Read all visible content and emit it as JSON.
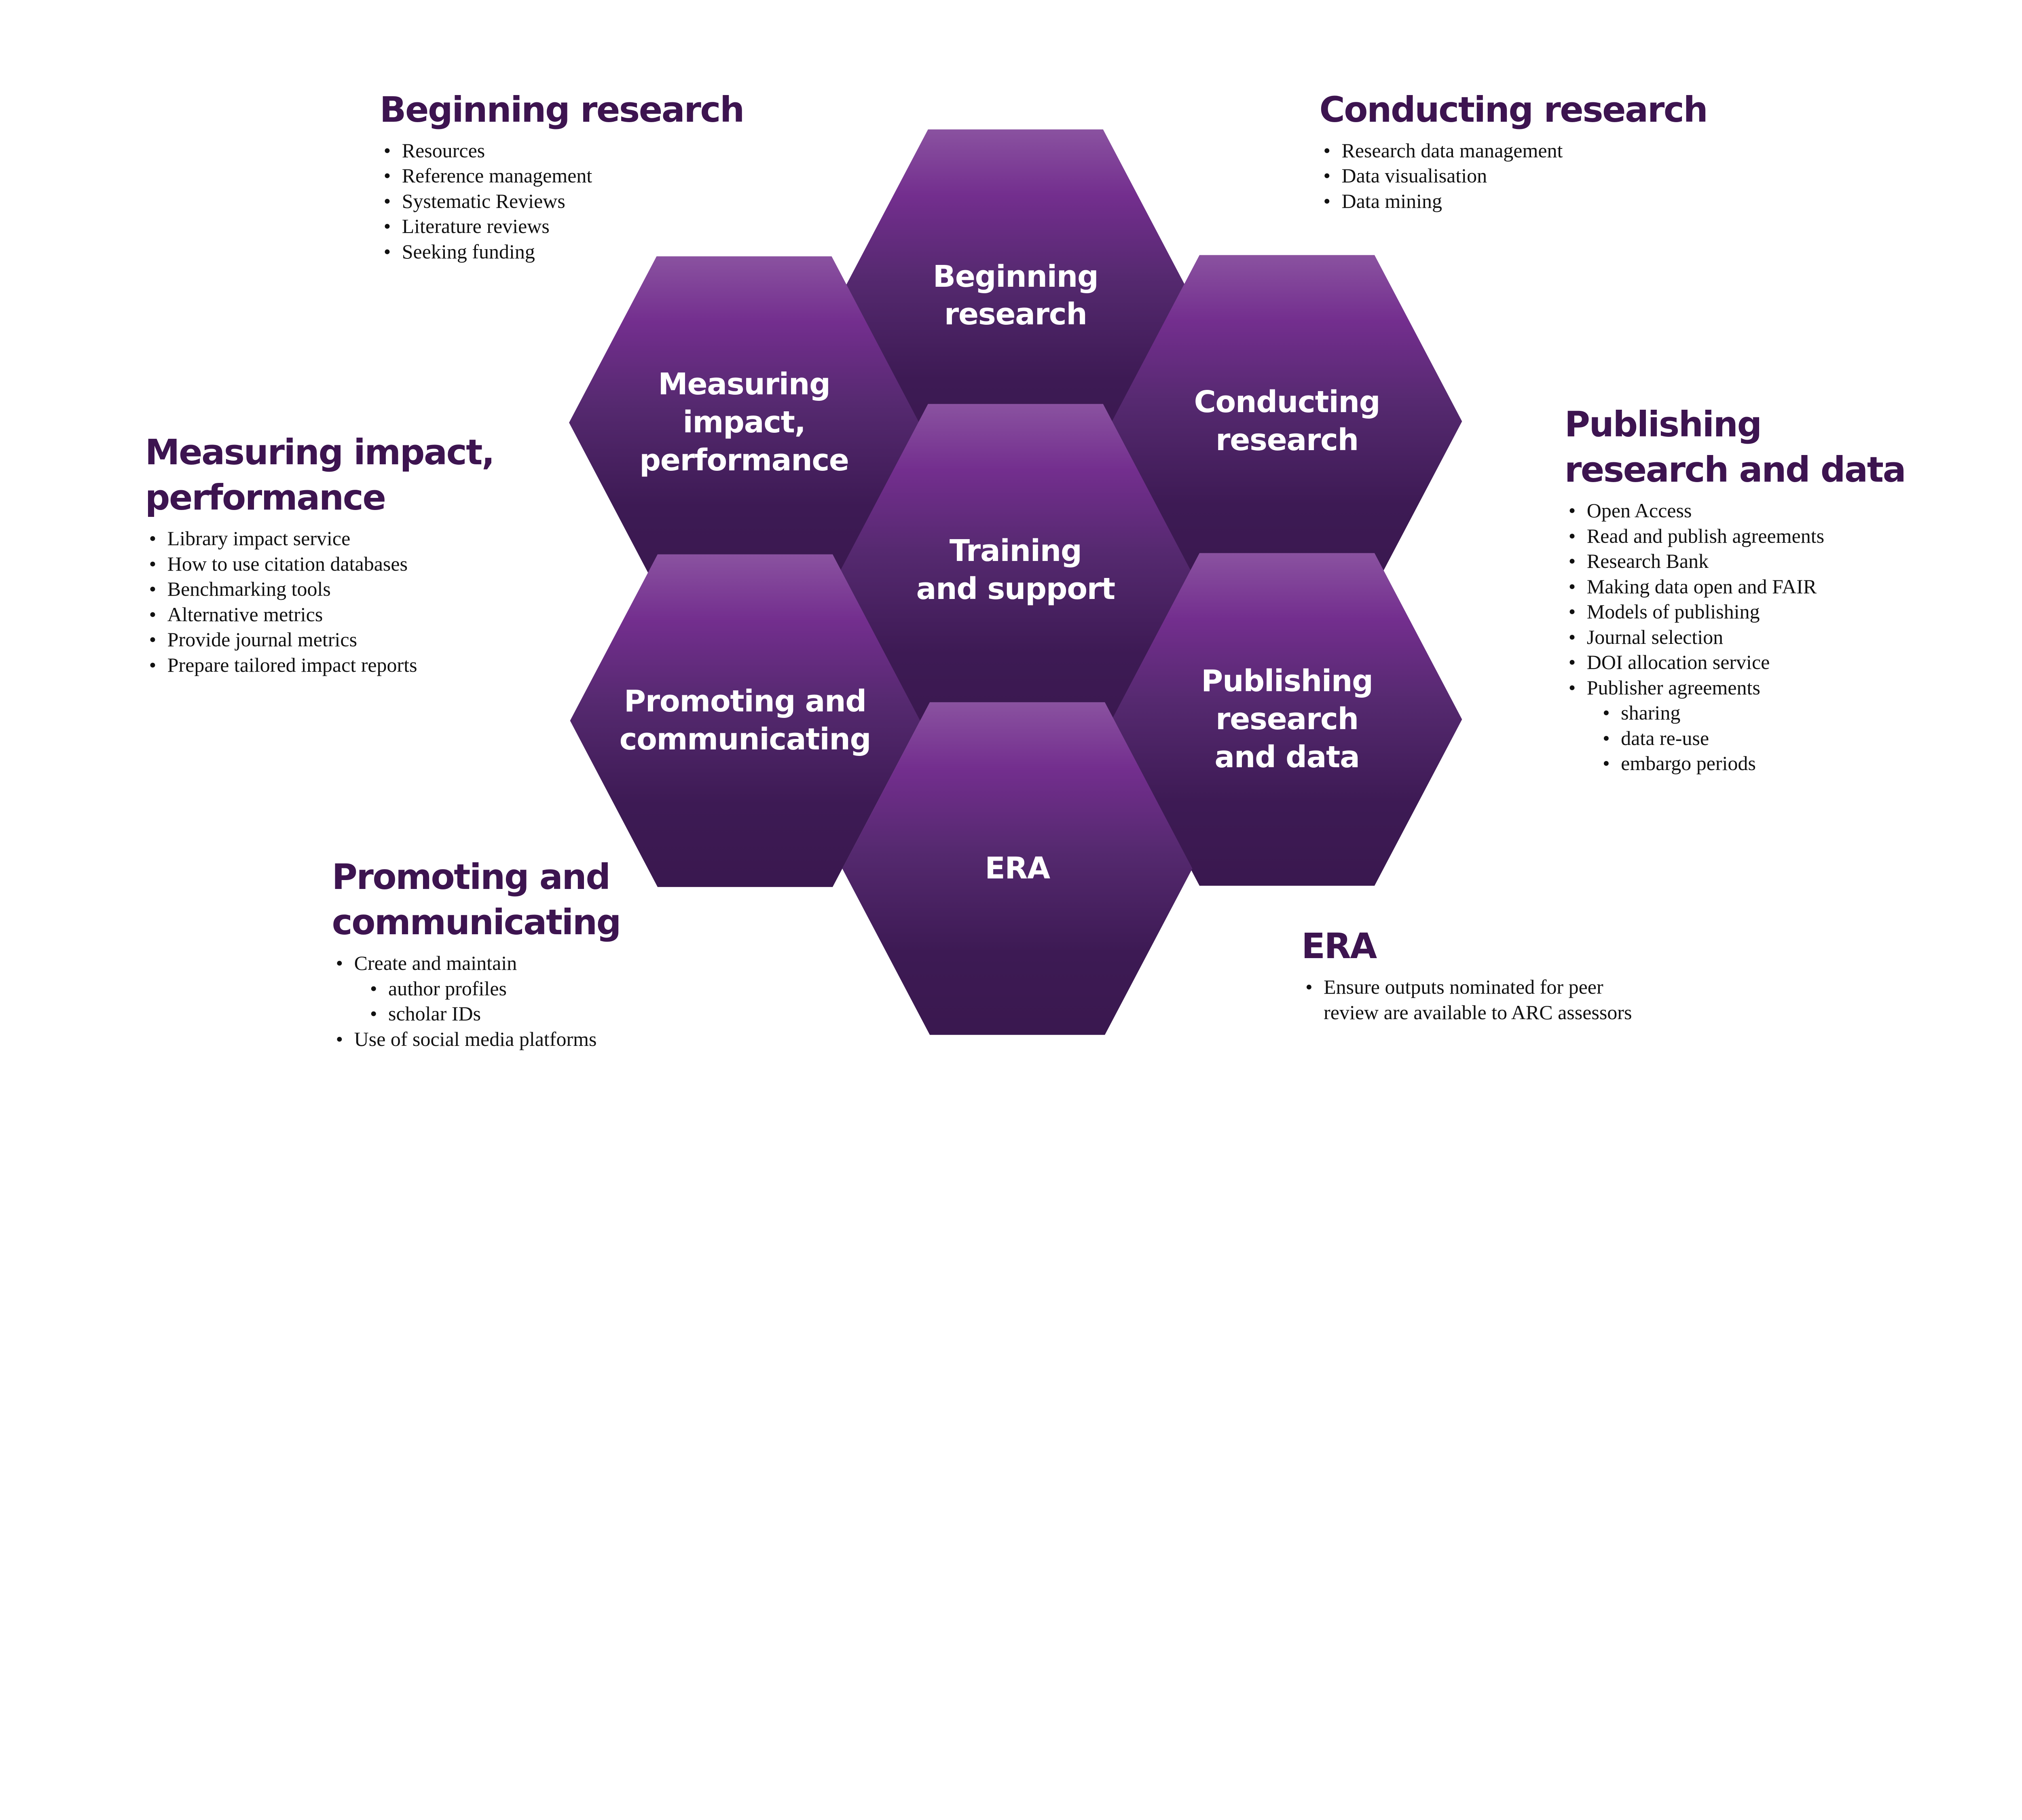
{
  "colors": {
    "heading": "#3d1450",
    "hex_top": "#8a52a0",
    "hex_mid": "#732e8e",
    "hex_bottom": "#3a184f",
    "label": "#ffffff"
  },
  "hexagons": [
    {
      "id": "beginning",
      "label": "Beginning research"
    },
    {
      "id": "measuring",
      "label": "Measuring impact, performance"
    },
    {
      "id": "conducting",
      "label": "Conducting research"
    },
    {
      "id": "training",
      "label": "Training and support"
    },
    {
      "id": "promoting",
      "label": "Promoting and communicating"
    },
    {
      "id": "publishing",
      "label": "Publishing research and data"
    },
    {
      "id": "era",
      "label": "ERA"
    }
  ],
  "sections": {
    "beginning": {
      "title": "Beginning research",
      "items": [
        "Resources",
        "Reference management",
        "Systematic Reviews",
        "Literature reviews",
        "Seeking funding"
      ]
    },
    "conducting": {
      "title": "Conducting research",
      "items": [
        "Research data management",
        "Data visualisation",
        "Data mining"
      ]
    },
    "measuring": {
      "title": "Measuring impact, performance",
      "items": [
        "Library impact service",
        "How to use citation databases",
        "Benchmarking tools",
        "Alternative metrics",
        "Provide journal metrics",
        "Prepare tailored impact reports"
      ]
    },
    "publishing": {
      "title": "Publishing research and data",
      "items": [
        "Open Access",
        "Read and publish agreements",
        "Research Bank",
        "Making data open and FAIR",
        "Models of publishing",
        "Journal selection",
        "DOI allocation service",
        "Publisher agreements"
      ],
      "subitems": [
        "sharing",
        "data re-use",
        "embargo periods"
      ]
    },
    "promoting": {
      "title": "Promoting and communicating",
      "items": [
        "Create and maintain",
        "Use of social media platforms"
      ],
      "subitems": [
        "author profiles",
        "scholar IDs"
      ]
    },
    "era": {
      "title": "ERA",
      "items": [
        "Ensure outputs nominated for peer review are available to ARC assessors"
      ]
    }
  }
}
